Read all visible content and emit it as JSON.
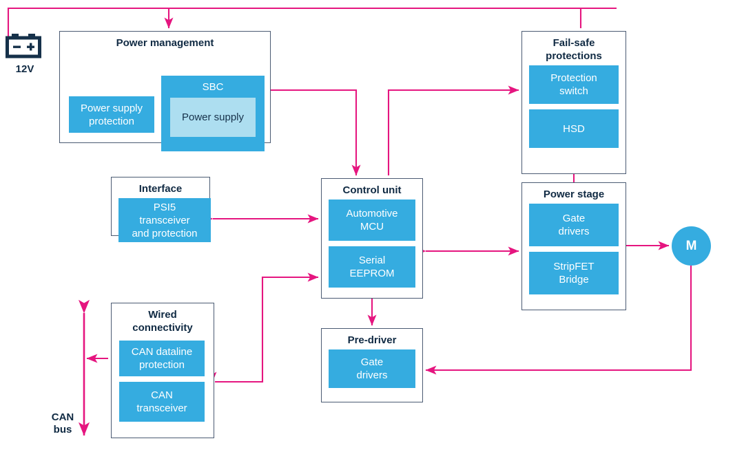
{
  "diagram": {
    "title": "Automotive motor control block diagram",
    "colors": {
      "block_fill": "#35ace0",
      "block_fill_pale": "#addef0",
      "group_border": "#4a5a72",
      "wire": "#e5157f",
      "text_dark": "#102a43"
    }
  },
  "source": {
    "battery_label": "12V",
    "battery_plus": "+",
    "battery_minus": "−",
    "icon": "battery-icon"
  },
  "motor": {
    "label": "M",
    "name": "motor-node"
  },
  "bus": {
    "can_bus_label": "CAN\nbus",
    "can_bus_line1": "CAN",
    "can_bus_line2": "bus"
  },
  "groups": [
    {
      "id": "power-management",
      "title": "Power management",
      "blocks": [
        {
          "label": "Power supply protection",
          "style": "solid"
        },
        {
          "label": "SBC",
          "style": "solid",
          "children": [
            {
              "label": "Power supply",
              "style": "pale"
            }
          ]
        }
      ]
    },
    {
      "id": "fail-safe",
      "title": "Fail-safe protections",
      "title_line1": "Fail-safe",
      "title_line2": "protections",
      "blocks": [
        {
          "label": "Protection switch",
          "style": "solid"
        },
        {
          "label": "HSD",
          "style": "solid"
        }
      ]
    },
    {
      "id": "power-stage",
      "title": "Power stage",
      "blocks": [
        {
          "label": "Gate drivers",
          "style": "solid"
        },
        {
          "label": "StripFET Bridge",
          "style": "solid"
        }
      ]
    },
    {
      "id": "control-unit",
      "title": "Control unit",
      "blocks": [
        {
          "label": "Automotive MCU",
          "style": "solid"
        },
        {
          "label": "Serial EEPROM",
          "style": "solid"
        }
      ]
    },
    {
      "id": "interface",
      "title": "Interface",
      "blocks": [
        {
          "label": "PSI5 transceiver and protection",
          "style": "solid"
        }
      ]
    },
    {
      "id": "wired-connectivity",
      "title": "Wired connectivity",
      "title_line1": "Wired",
      "title_line2": "connectivity",
      "blocks": [
        {
          "label": "CAN dataline protection",
          "style": "solid"
        },
        {
          "label": "CAN transceiver",
          "style": "solid"
        }
      ]
    },
    {
      "id": "pre-driver",
      "title": "Pre-driver",
      "blocks": [
        {
          "label": "Gate drivers",
          "style": "solid"
        }
      ]
    }
  ],
  "labels": {
    "power_management_title": "Power management",
    "power_supply_protection": "Power supply protection",
    "power_supply_protection_l1": "Power supply",
    "power_supply_protection_l2": "protection",
    "sbc": "SBC",
    "power_supply": "Power supply",
    "fail_safe_l1": "Fail-safe",
    "fail_safe_l2": "protections",
    "protection_switch_l1": "Protection",
    "protection_switch_l2": "switch",
    "hsd": "HSD",
    "power_stage_title": "Power stage",
    "gate_drivers_l1": "Gate",
    "gate_drivers_l2": "drivers",
    "stripfet_l1": "StripFET",
    "stripfet_l2": "Bridge",
    "control_unit_title": "Control unit",
    "automotive_mcu_l1": "Automotive",
    "automotive_mcu_l2": "MCU",
    "serial_eeprom_l1": "Serial",
    "serial_eeprom_l2": "EEPROM",
    "interface_title": "Interface",
    "psi5_l1": "PSI5",
    "psi5_l2": "transceiver",
    "psi5_l3": "and protection",
    "wired_l1": "Wired",
    "wired_l2": "connectivity",
    "can_dataline_l1": "CAN dataline",
    "can_dataline_l2": "protection",
    "can_transceiver_l1": "CAN",
    "can_transceiver_l2": "transceiver",
    "pre_driver_title": "Pre-driver",
    "pd_gate_l1": "Gate",
    "pd_gate_l2": "drivers"
  },
  "connections": [
    {
      "name": "battery-to-rail",
      "from": "12V battery",
      "to": "supply rail",
      "arrow": "none"
    },
    {
      "name": "rail-to-power-management",
      "from": "supply rail",
      "to": "Power management",
      "arrow": "single"
    },
    {
      "name": "rail-to-fail-safe",
      "from": "supply rail",
      "to": "Fail-safe protections",
      "arrow": "single"
    },
    {
      "name": "power-management-to-control-unit",
      "from": "Power management",
      "to": "Control unit",
      "arrow": "single"
    },
    {
      "name": "control-unit-to-fail-safe",
      "from": "Control unit",
      "to": "Fail-safe protections",
      "arrow": "single"
    },
    {
      "name": "fail-safe-to-power-stage",
      "from": "Fail-safe protections",
      "to": "Power stage",
      "arrow": "none"
    },
    {
      "name": "interface-to-control-unit",
      "from": "Interface",
      "to": "Control unit",
      "arrow": "double"
    },
    {
      "name": "control-unit-to-power-stage",
      "from": "Control unit",
      "to": "Power stage",
      "arrow": "double"
    },
    {
      "name": "power-stage-to-motor",
      "from": "Power stage",
      "to": "Motor",
      "arrow": "single"
    },
    {
      "name": "motor-to-pre-driver",
      "from": "Motor",
      "to": "Pre-driver",
      "arrow": "single"
    },
    {
      "name": "control-unit-to-pre-driver",
      "from": "Control unit",
      "to": "Pre-driver",
      "arrow": "single"
    },
    {
      "name": "wired-connectivity-to-control-unit",
      "from": "Wired connectivity",
      "to": "Control unit",
      "arrow": "double"
    },
    {
      "name": "can-bus",
      "from": "CAN bus",
      "to": "Wired connectivity",
      "arrow": "double"
    }
  ]
}
